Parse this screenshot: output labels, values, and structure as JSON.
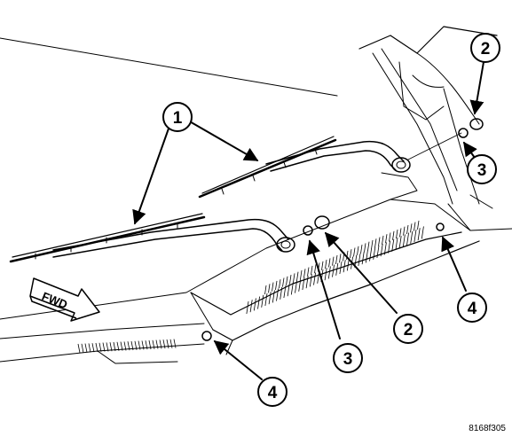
{
  "callouts": {
    "c1": "1",
    "c2_top": "2",
    "c3_top": "3",
    "c2_mid": "2",
    "c3_mid": "3",
    "c4_right": "4",
    "c4_bottom": "4"
  },
  "fwd_label": "FWD",
  "figure_id": "8168f305",
  "colors": {
    "ink": "#000000",
    "paper": "#ffffff"
  }
}
